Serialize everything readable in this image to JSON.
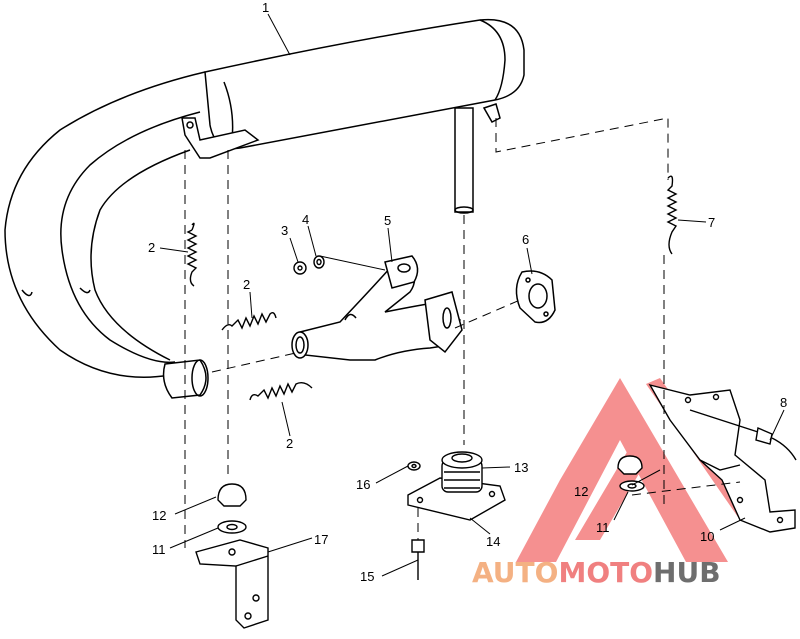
{
  "callouts": {
    "c1": "1",
    "c2a": "2",
    "c2b": "2",
    "c2c": "2",
    "c3": "3",
    "c4": "4",
    "c5": "5",
    "c6": "6",
    "c7": "7",
    "c8": "8",
    "c10": "10",
    "c11a": "11",
    "c11b": "11",
    "c12a": "12",
    "c12b": "12",
    "c13": "13",
    "c14": "14",
    "c15": "15",
    "c16": "16",
    "c17": "17"
  },
  "watermark": {
    "part1": "AUTO",
    "part2": "MOTO",
    "part3": "HUB",
    "color_light": "#f4b183",
    "color_mid": "#f08080",
    "color_dark": "#6e6e6e",
    "logo_color": "#f26b6b"
  }
}
